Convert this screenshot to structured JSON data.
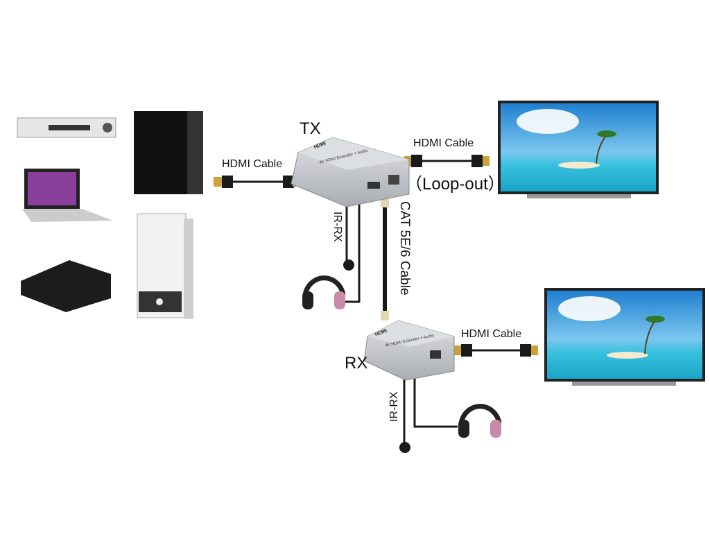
{
  "labels": {
    "tx": "TX",
    "rx": "RX",
    "hdmi_cable_input": "HDMI Cable",
    "hdmi_cable_loop": "HDMI Cable",
    "loop_out": "（Loop-out）",
    "cat_cable": "CAT 5E/6 Cable",
    "ir_rx_tx": "IR-RX",
    "ir_rx_rx": "IR-RX",
    "hdmi_cable_output": "HDMI Cable"
  },
  "device_text": {
    "extender_label": "4K HDMI Extender + Audio",
    "hdmi_logo": "HDMI"
  },
  "colors": {
    "device": "#c9ccd0",
    "cable": "#1a1a1a",
    "sky": "#2a8fd8",
    "sea": "#3fc6e0",
    "headphone": "#c98aa8"
  }
}
